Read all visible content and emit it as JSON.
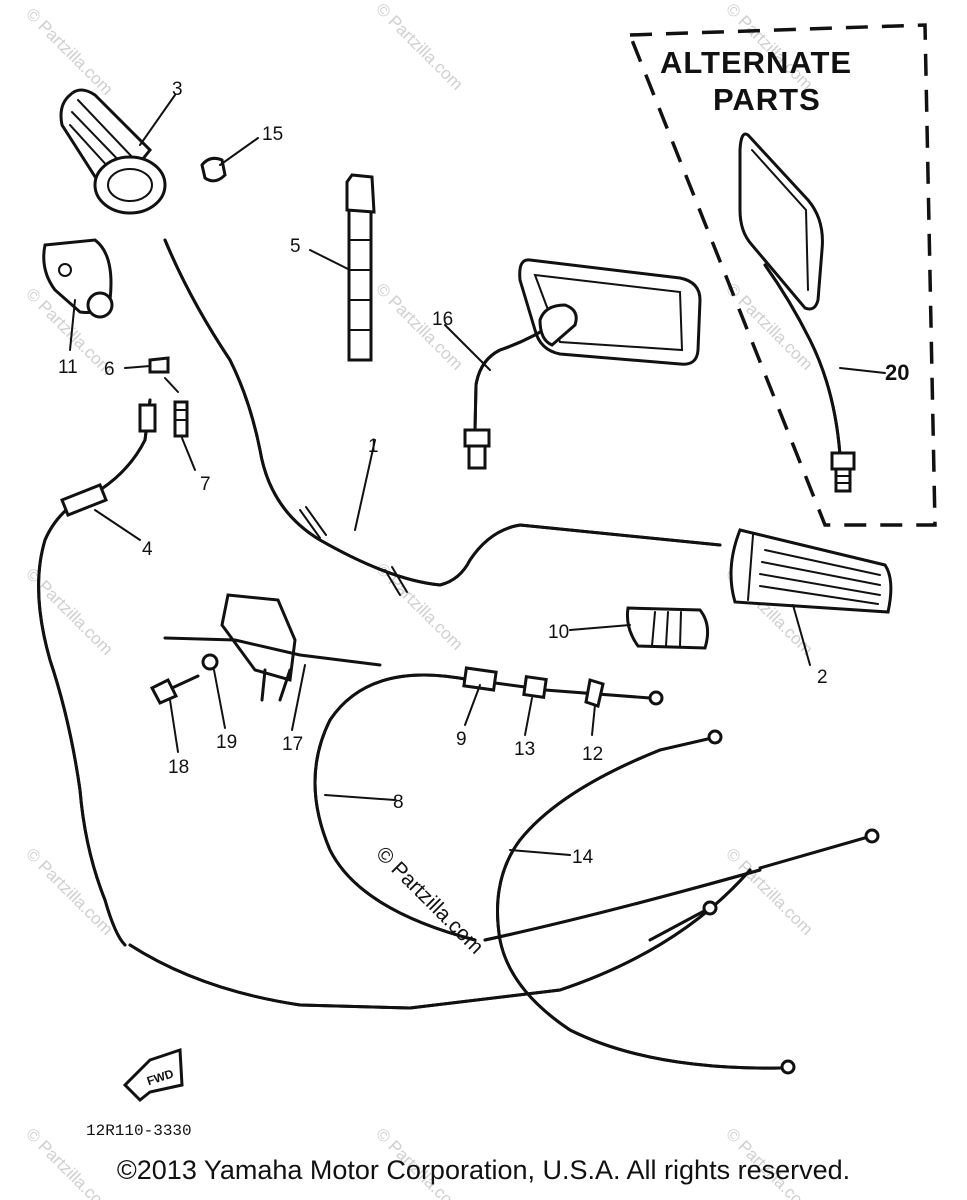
{
  "alternate_parts": {
    "line1": "ALTERNATE",
    "line2": "PARTS"
  },
  "callouts": [
    "1",
    "2",
    "3",
    "4",
    "5",
    "6",
    "7",
    "8",
    "9",
    "10",
    "11",
    "12",
    "13",
    "14",
    "15",
    "16",
    "17",
    "18",
    "19",
    "20"
  ],
  "watermark": {
    "text": "© Partzilla.com"
  },
  "fwd_badge": "FWD",
  "diagram_code": "12R110-3330",
  "copyright": "©2013  Yamaha Motor Corporation, U.S.A. All rights reserved."
}
